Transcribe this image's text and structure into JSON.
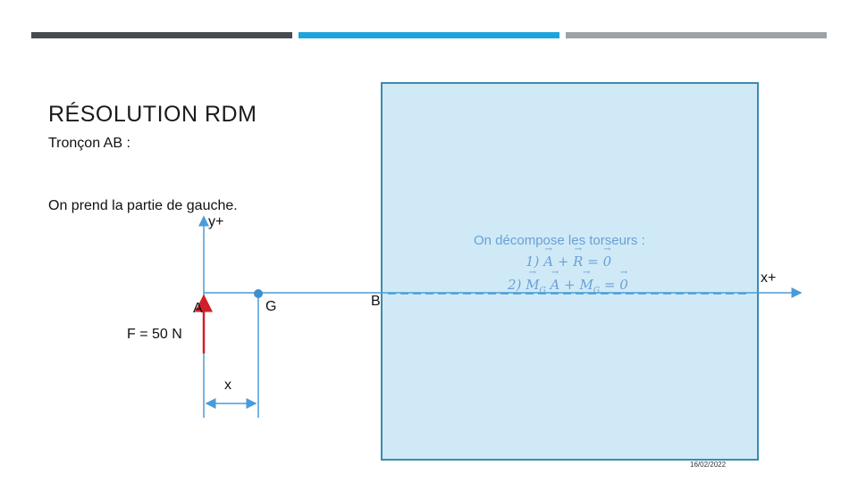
{
  "slide": {
    "title": "RÉSOLUTION RDM",
    "subtitle": "Tronçon AB :",
    "note": "On prend la partie de gauche.",
    "date": "16/02/2022"
  },
  "header_bars": [
    {
      "color": "#454b50"
    },
    {
      "color": "#1ea4dc"
    },
    {
      "color": "#9ea2a6"
    }
  ],
  "diagram": {
    "axis_y_label": "y+",
    "axis_x_label": "x+",
    "point_a": "A",
    "point_g": "G",
    "point_b": "B",
    "force_label": "F = 50 N",
    "distance_label": "x",
    "force_color": "#d01f2b",
    "line_color": "#4a9bd8"
  },
  "box": {
    "heading": "On décompose les torseurs :",
    "eq1_num": "1)",
    "eq1": {
      "a": "A",
      "plus": "+",
      "r": "R",
      "eq": "=",
      "zero": "0"
    },
    "eq2_num": "2)",
    "eq2": {
      "m1": "M",
      "sub1": "G",
      "a": "A",
      "plus": "+",
      "m2": "M",
      "sub2": "G",
      "eq": "=",
      "zero": "0"
    },
    "fill": "#cfeaf6",
    "border": "#3d8ab0"
  }
}
